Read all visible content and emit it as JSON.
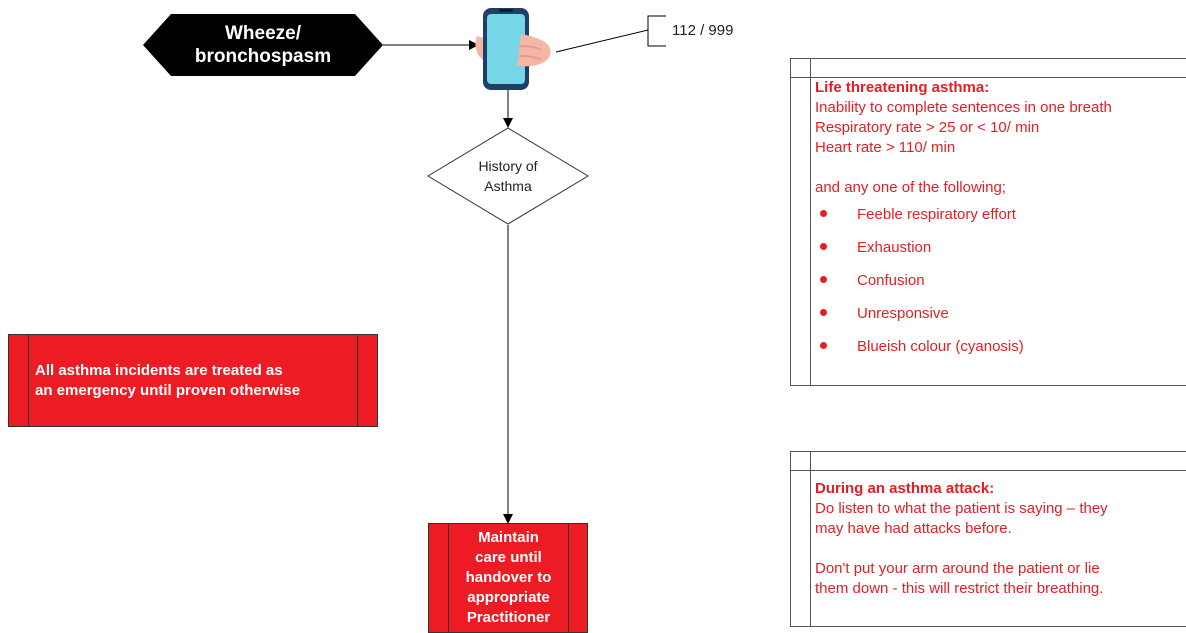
{
  "start_node": {
    "text": "Wheeze/\nbronchospasm",
    "fill": "#000000",
    "text_color": "#ffffff"
  },
  "call_step": {
    "icon": "phone-in-hand-icon",
    "annotation": "112 / 999"
  },
  "decision": {
    "text": "History of\nAsthma"
  },
  "emergency_box": {
    "line1": "All asthma incidents are treated as",
    "line2": "an emergency until proven otherwise",
    "fill": "#ed1c24"
  },
  "maintain_box": {
    "lines": [
      "Maintain",
      "care until",
      "handover to",
      "appropriate",
      "Practitioner"
    ],
    "fill": "#ed1c24"
  },
  "life_threatening_panel": {
    "title": "Life threatening asthma:",
    "criteria": [
      "Inability to complete sentences in one breath",
      "Respiratory rate > 25 or < 10/ min",
      "Heart rate > 110/ min"
    ],
    "intro": "and any one of the following;",
    "signs": [
      "Feeble respiratory effort",
      "Exhaustion",
      "Confusion",
      "Unresponsive",
      "Blueish colour (cyanosis)"
    ],
    "text_color": "#e31e24"
  },
  "attack_panel": {
    "title": "During an asthma attack:",
    "do_lines": [
      "Do listen to what the patient is saying – they",
      "may have had attacks before."
    ],
    "dont_lines": [
      "Don't put your arm around the patient or lie",
      "them down - this will restrict their breathing."
    ],
    "text_color": "#e31e24"
  }
}
